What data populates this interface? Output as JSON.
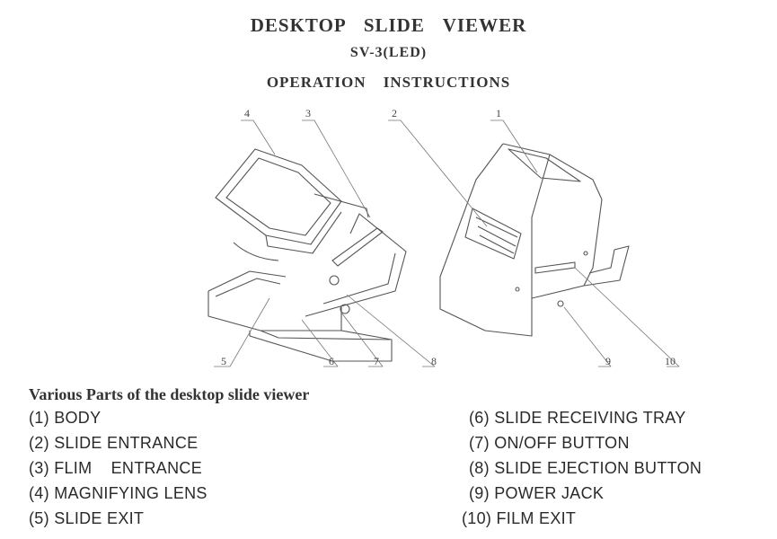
{
  "header": {
    "title": "DESKTOP SLIDE VIEWER",
    "model": "SV-3(LED)",
    "subtitle": "OPERATION INSTRUCTIONS"
  },
  "diagram": {
    "callouts": [
      "1",
      "2",
      "3",
      "4",
      "5",
      "6",
      "7",
      "8",
      "9",
      "10"
    ]
  },
  "parts": {
    "heading": "Various Parts of the desktop slide viewer",
    "left": [
      "(1) BODY",
      "(2) SLIDE ENTRANCE",
      "(3) FLIM    ENTRANCE",
      "(4) MAGNIFYING LENS",
      "(5) SLIDE EXIT"
    ],
    "right": [
      "(6) SLIDE RECEIVING TRAY",
      "(7) ON/OFF BUTTON",
      "(8) SLIDE EJECTION BUTTON",
      "(9) POWER JACK",
      "(10) FILM EXIT"
    ]
  }
}
